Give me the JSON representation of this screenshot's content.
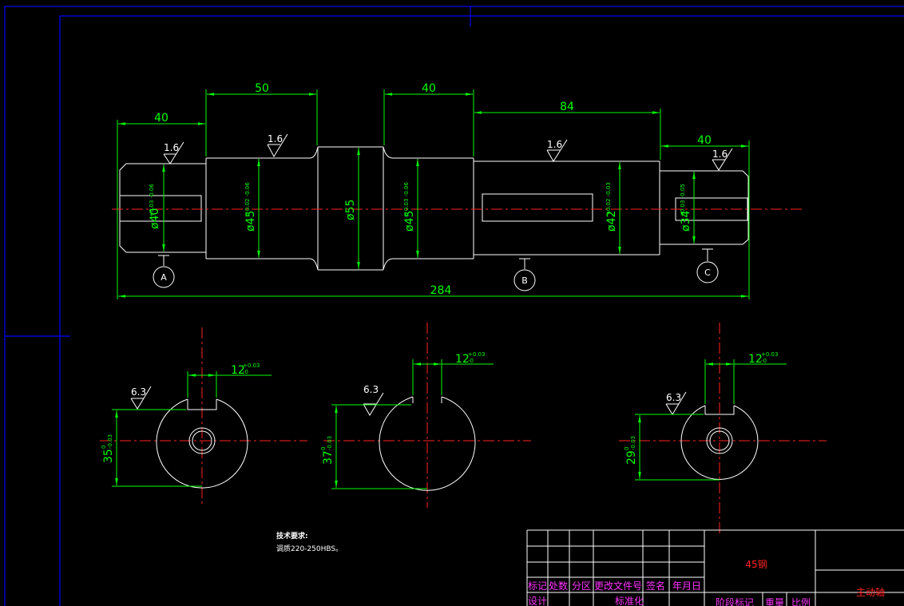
{
  "colors": {
    "background": "#000000",
    "outline": "#ffffff",
    "dimension": "#00ff00",
    "centerline": "#ff2222",
    "frame": "#0000ff",
    "titleText": "#ff33ff"
  },
  "dims": {
    "l1": "40",
    "l2": "50",
    "l3": "40",
    "l4": "84",
    "l5": "40",
    "total": "284",
    "d1": "ø40",
    "d1_tol": "+0.03 -0.06",
    "d2": "ø45",
    "d2_tol": "+0.02 -0.06",
    "d3": "ø55",
    "d4": "ø45",
    "d4_tol": "+0.03 -0.06",
    "d5": "ø42",
    "d5_tol": "+0.02 -0.03",
    "d6": "ø34",
    "d6_tol": "+0.03 -0.05"
  },
  "roughness": {
    "shaft": "1.6",
    "keyway": "6.3"
  },
  "datums": {
    "a": "A",
    "b": "B",
    "c": "C"
  },
  "sections": [
    {
      "width": "12",
      "width_tol_up": "+0.03",
      "width_tol_low": "-0",
      "depth": "35",
      "depth_tol_up": "0",
      "depth_tol_low": "-0.03"
    },
    {
      "width": "12",
      "width_tol_up": "+0.03",
      "width_tol_low": "-0",
      "depth": "37",
      "depth_tol_up": "0",
      "depth_tol_low": "-0.03"
    },
    {
      "width": "12",
      "width_tol_up": "+0.03",
      "width_tol_low": "-0",
      "depth": "29",
      "depth_tol_up": "0",
      "depth_tol_low": "-0.03"
    }
  ],
  "notes": {
    "heading": "技术要求:",
    "line1": "调质220-250HBS。"
  },
  "titleblock": {
    "material": "45钢",
    "part_name": "主动轴",
    "headers": [
      "标记",
      "处数",
      "分区",
      "更改文件号",
      "签名",
      "年月日"
    ],
    "row2": [
      "设计",
      "",
      "标准化"
    ],
    "stage_mark": "阶段标记",
    "weight": "重量",
    "scale": "比例"
  }
}
